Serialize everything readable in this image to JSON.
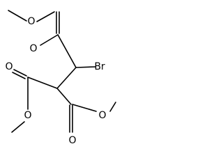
{
  "structure": {
    "atoms": [
      {
        "id": "ester1_o_methyl",
        "label": "O"
      },
      {
        "id": "ester1_o_carbonyl",
        "label": "O"
      },
      {
        "id": "bromine",
        "label": "Br"
      },
      {
        "id": "ester2_o_carbonyl",
        "label": "O"
      },
      {
        "id": "ester2_o_methyl",
        "label": "O"
      },
      {
        "id": "ester3_o_methyl",
        "label": "O"
      },
      {
        "id": "ester3_o_carbonyl",
        "label": "O"
      }
    ]
  }
}
